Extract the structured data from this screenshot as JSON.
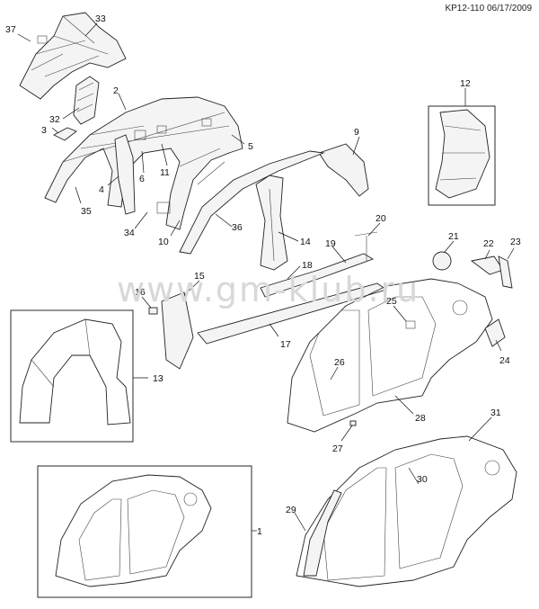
{
  "header": {
    "doc_code": "KP12-110 06/17/2009"
  },
  "watermark": {
    "text": "www.gm-klub.ru"
  },
  "callouts": [
    "37",
    "33",
    "2",
    "32",
    "3",
    "4",
    "6",
    "11",
    "5",
    "35",
    "34",
    "10",
    "9",
    "36",
    "14",
    "12",
    "20",
    "19",
    "18",
    "21",
    "22",
    "23",
    "15",
    "16",
    "17",
    "13",
    "25",
    "26",
    "28",
    "24",
    "27",
    "31",
    "30",
    "29",
    "1"
  ]
}
